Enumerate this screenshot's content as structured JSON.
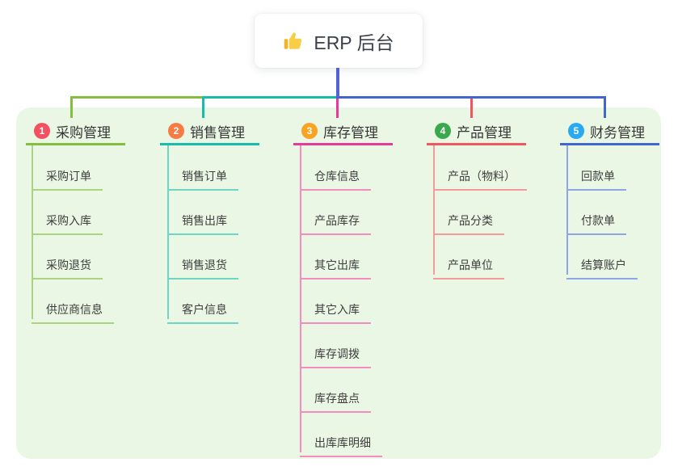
{
  "root": {
    "label": "ERP 后台",
    "icon": "thumbs-up-icon"
  },
  "colors": {
    "canvas_bg": "#ffffff",
    "panel_bg": "#e9f7e4",
    "trunk": "#5464d8",
    "text_dark": "#363636",
    "root_text": "#3b4149"
  },
  "branches": [
    {
      "index": "1",
      "label": "采购管理",
      "badge_color": "#f35162",
      "line_color": "#82bf3e",
      "child_line_color": "#a9d57f",
      "children": [
        "采购订单",
        "采购入库",
        "采购退货",
        "供应商信息"
      ]
    },
    {
      "index": "2",
      "label": "销售管理",
      "badge_color": "#f77b45",
      "line_color": "#17bcab",
      "child_line_color": "#6fd6c6",
      "children": [
        "销售订单",
        "销售出库",
        "销售退货",
        "客户信息"
      ]
    },
    {
      "index": "3",
      "label": "库存管理",
      "badge_color": "#f9a325",
      "line_color": "#e8389c",
      "child_line_color": "#f48cbf",
      "children": [
        "仓库信息",
        "产品库存",
        "其它出库",
        "其它入库",
        "库存调拨",
        "库存盘点",
        "出库库明细"
      ]
    },
    {
      "index": "4",
      "label": "产品管理",
      "badge_color": "#3aa94e",
      "line_color": "#f1555d",
      "child_line_color": "#f59a9d",
      "children": [
        "产品（物料）",
        "产品分类",
        "产品单位"
      ]
    },
    {
      "index": "5",
      "label": "财务管理",
      "badge_color": "#29a9f0",
      "line_color": "#4365cf",
      "child_line_color": "#90a6e4",
      "children": [
        "回款单",
        "付款单",
        "结算账户"
      ]
    }
  ]
}
